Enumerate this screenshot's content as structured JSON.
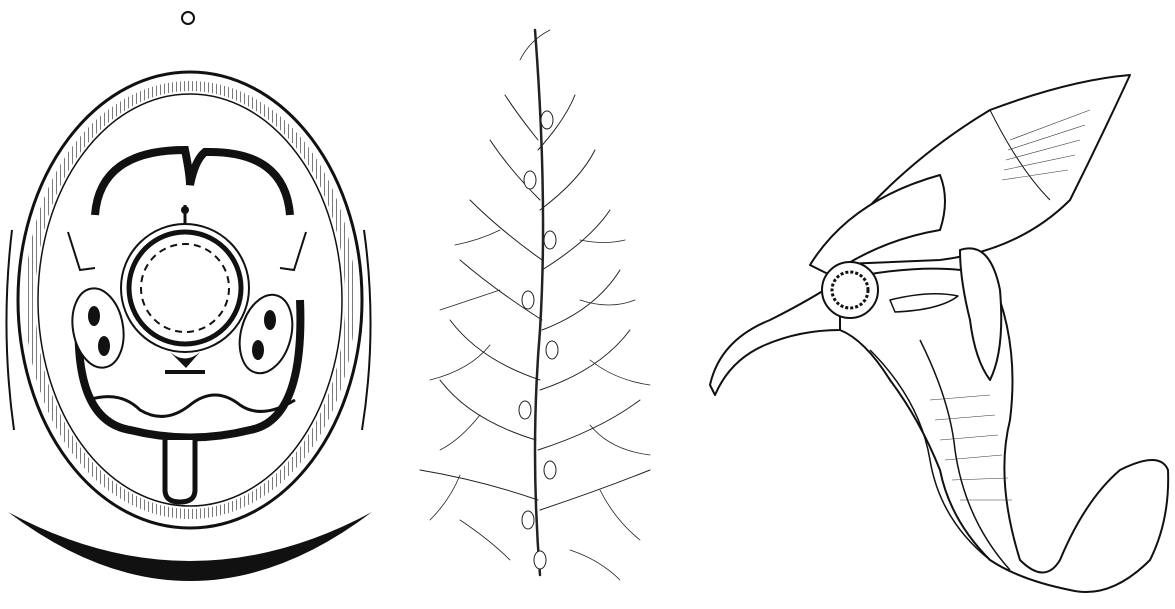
{
  "figure": {
    "panels": [
      {
        "id": "floral-diagram",
        "description_label": ""
      },
      {
        "id": "fine-leaved-stem",
        "description_label": ""
      },
      {
        "id": "flower-section",
        "description_label": ""
      }
    ],
    "ink_color": "#111111",
    "paper_color": "#ffffff"
  }
}
